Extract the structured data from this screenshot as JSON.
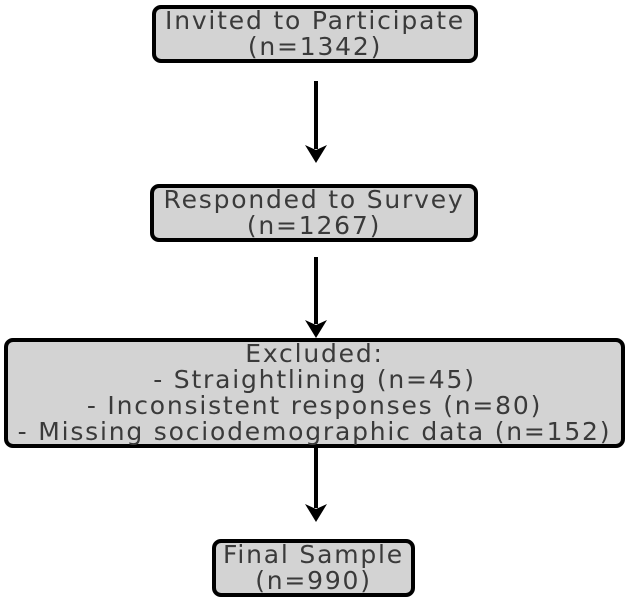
{
  "diagram": {
    "type": "flowchart",
    "colors": {
      "background": "#ffffff",
      "box_fill": "#d3d3d3",
      "box_border": "#000000",
      "arrow": "#000000",
      "text": "#3a3a3a"
    },
    "nodes": [
      {
        "id": "invited",
        "label": "Invited to Participate",
        "n": 1342,
        "lines": [
          "Invited to Participate",
          "(n=1342)"
        ]
      },
      {
        "id": "responded",
        "label": "Responded to Survey",
        "n": 1267,
        "lines": [
          "Responded to Survey",
          "(n=1267)"
        ]
      },
      {
        "id": "excluded",
        "label": "Excluded",
        "lines": [
          "Excluded:",
          "- Straightlining (n=45)",
          "- Inconsistent responses (n=80)",
          "- Missing sociodemographic data (n=152)"
        ],
        "exclusions": [
          {
            "reason": "Straightlining",
            "n": 45
          },
          {
            "reason": "Inconsistent responses",
            "n": 80
          },
          {
            "reason": "Missing sociodemographic data",
            "n": 152
          }
        ]
      },
      {
        "id": "final-sample",
        "label": "Final Sample",
        "n": 990,
        "lines": [
          "Final Sample",
          "(n=990)"
        ]
      }
    ],
    "edges": [
      {
        "from": "invited",
        "to": "responded"
      },
      {
        "from": "responded",
        "to": "excluded"
      },
      {
        "from": "excluded",
        "to": "final-sample"
      }
    ]
  }
}
